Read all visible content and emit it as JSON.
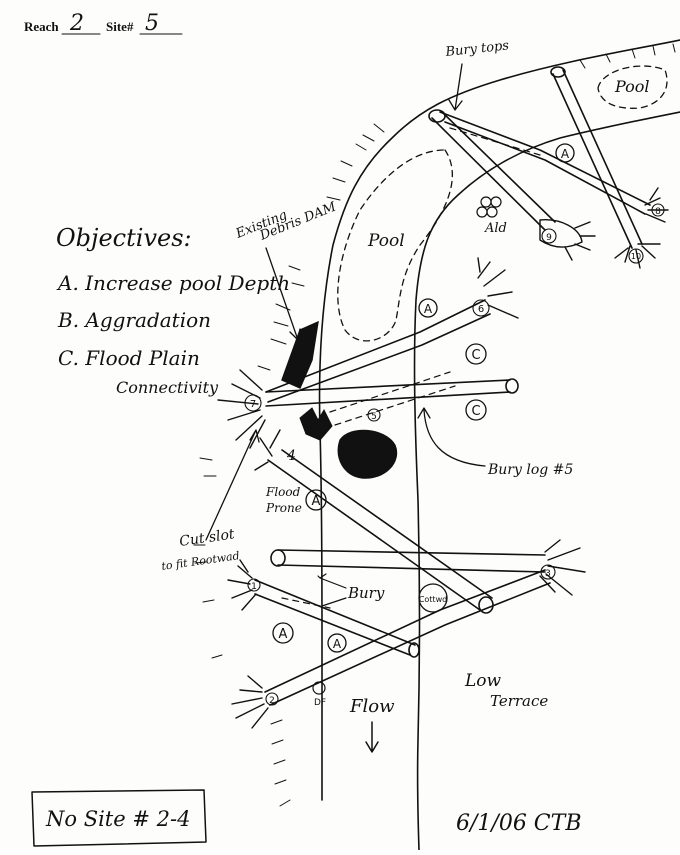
{
  "header": {
    "reach_label": "Reach",
    "reach_value": "2",
    "site_label": "Site#",
    "site_value": "5"
  },
  "objectives": {
    "title": "Objectives:",
    "items": [
      "A. Increase pool Depth",
      "B. Aggradation",
      "C. Flood Plain"
    ],
    "item_c_cont": "Connectivity"
  },
  "labels": {
    "bury_tops": "Bury tops",
    "pool_top": "Pool",
    "pool_main": "Pool",
    "ald": "Ald",
    "debris_dam_1": "Existing",
    "debris_dam_2": "Debris DAM",
    "bury_log": "Bury log #5",
    "flood_prone_1": "Flood",
    "flood_prone_2": "Prone",
    "cut_slot_1": "Cut slot",
    "cut_slot_2": "to fit Rootwad",
    "bury": "Bury",
    "cottonwood": "Cottwd",
    "df": "DF",
    "flow": "Flow",
    "low_terrace_1": "Low",
    "low_terrace_2": "Terrace"
  },
  "markers": {
    "A": "A",
    "C": "C"
  },
  "log_numbers": [
    "1",
    "2",
    "3",
    "4",
    "5",
    "6",
    "7",
    "8",
    "9",
    "10"
  ],
  "footer": {
    "no_site": "No Site # 2-4",
    "signature": "6/1/06  CTB"
  }
}
